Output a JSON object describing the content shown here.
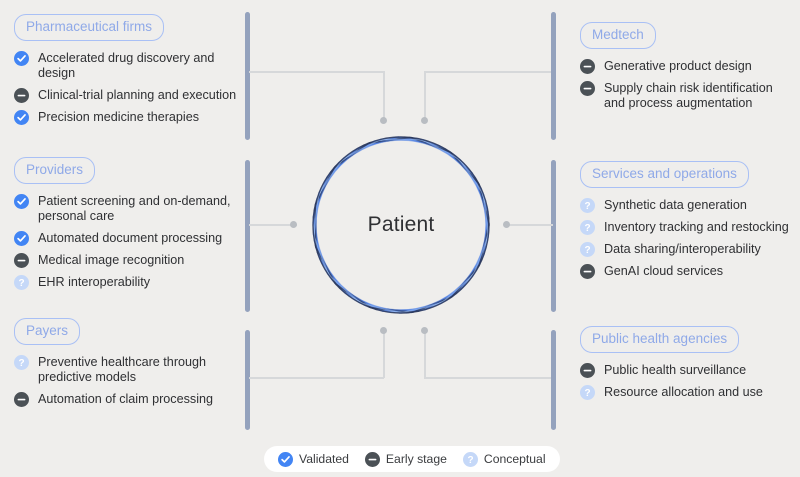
{
  "center": {
    "label": "Patient"
  },
  "colors": {
    "background": "#efeeec",
    "validated": "#4285f4",
    "early_stage": "#4b5156",
    "conceptual": "#c5d8f8",
    "pill_border": "#a9c0f5",
    "pill_text": "#8fa9e8",
    "divider": "#94a2bd",
    "connector": "#d6d8da",
    "ring_dark": "#2c3a5e",
    "ring_mid": "#4a7ae0",
    "ring_light": "#9dc0f5"
  },
  "groups": [
    {
      "id": "pharmaceutical-firms",
      "title": "Pharmaceutical firms",
      "items": [
        {
          "status": "validated",
          "label": "Accelerated drug discovery and\ndesign"
        },
        {
          "status": "early",
          "label": "Clinical-trial planning and execution"
        },
        {
          "status": "validated",
          "label": "Precision medicine therapies"
        }
      ]
    },
    {
      "id": "providers",
      "title": "Providers",
      "items": [
        {
          "status": "validated",
          "label": "Patient screening and on-demand,\npersonal care"
        },
        {
          "status": "validated",
          "label": "Automated document processing"
        },
        {
          "status": "early",
          "label": "Medical image recognition"
        },
        {
          "status": "conceptual",
          "label": "EHR interoperability"
        }
      ]
    },
    {
      "id": "payers",
      "title": "Payers",
      "items": [
        {
          "status": "conceptual",
          "label": "Preventive healthcare through\npredictive models"
        },
        {
          "status": "early",
          "label": "Automation of claim processing"
        }
      ]
    },
    {
      "id": "medtech",
      "title": "Medtech",
      "items": [
        {
          "status": "early",
          "label": "Generative product design"
        },
        {
          "status": "early",
          "label": "Supply chain risk identification\nand process augmentation"
        }
      ]
    },
    {
      "id": "services-and-operations",
      "title": "Services and operations",
      "items": [
        {
          "status": "conceptual",
          "label": "Synthetic data generation"
        },
        {
          "status": "conceptual",
          "label": "Inventory tracking and restocking"
        },
        {
          "status": "conceptual",
          "label": "Data sharing/interoperability"
        },
        {
          "status": "early",
          "label": "GenAI cloud services"
        }
      ]
    },
    {
      "id": "public-health-agencies",
      "title": "Public health agencies",
      "items": [
        {
          "status": "early",
          "label": "Public health surveillance"
        },
        {
          "status": "conceptual",
          "label": "Resource allocation and use"
        }
      ]
    }
  ],
  "legend": [
    {
      "status": "validated",
      "label": "Validated"
    },
    {
      "status": "early",
      "label": "Early stage"
    },
    {
      "status": "conceptual",
      "label": "Conceptual"
    }
  ]
}
